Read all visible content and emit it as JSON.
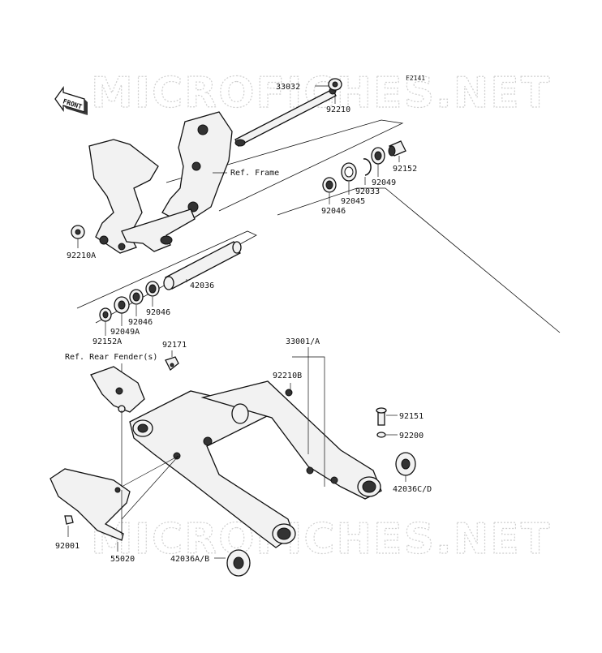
{
  "diagram": {
    "figure_code": "F2141",
    "front_label": "FRONT",
    "watermark": "MICROFICHES.NET",
    "labels": {
      "p33032": "33032",
      "p92210": "92210",
      "ref_frame": "Ref. Frame",
      "p92152": "92152",
      "p92049": "92049",
      "p92033": "92033",
      "p92045": "92045",
      "p92046_top": "92046",
      "p92210a": "92210A",
      "p42036": "42036",
      "p92046_a": "92046",
      "p92046_b": "92046",
      "p92049a": "92049A",
      "p92152a": "92152A",
      "p92171": "92171",
      "ref_rear_fender": "Ref. Rear Fender(s)",
      "p33001a": "33001/A",
      "p92210b": "92210B",
      "p92151": "92151",
      "p92200": "92200",
      "p42036cd": "42036C/D",
      "p92001": "92001",
      "p55020": "55020",
      "p42036ab": "42036A/B"
    }
  }
}
